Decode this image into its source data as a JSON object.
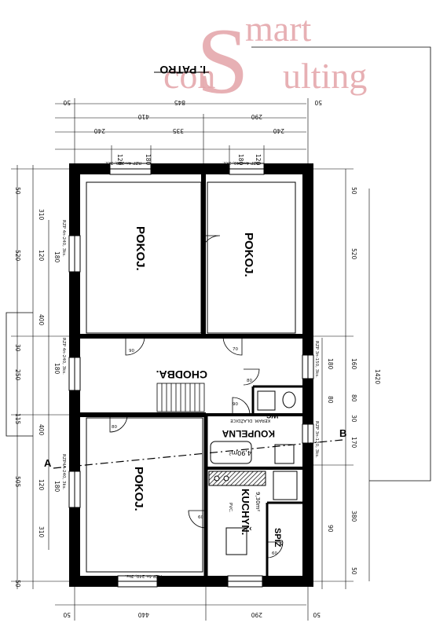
{
  "watermark": {
    "mark": "S",
    "line1": "mart",
    "line2a": "con",
    "line2b": "ulting",
    "color": "#e3a3a8"
  },
  "plan_title": "I. PATRO",
  "rooms": {
    "pokoj_upper_left": "POKOJ.",
    "pokoj_upper_right": "POKOJ.",
    "chodba": "CHODBA.",
    "koupelna": "KOUPELNA",
    "koupelna_sub": "KERAM. DLAŽDICE",
    "pokoj_lower": "POKOJ.",
    "kuchyn": "KUCHYŇ.",
    "kuchyn_sub": "PVC.",
    "spiz": "SPÍŽ",
    "wc": "WC"
  },
  "areas": {
    "koupelna_area": "4,90m²",
    "kuchyn_area": "9,30m²"
  },
  "section_marks": {
    "a": "A",
    "b": "B"
  },
  "dims_top": {
    "total": "845",
    "part1": "410",
    "part2": "290",
    "sub1": "240",
    "sub2": "335",
    "sub3": "240",
    "end_left": "50",
    "end_right": "50",
    "w1": "120",
    "w2": "180",
    "w3": "180",
    "w4": "120"
  },
  "dims_right": {
    "total": "1420",
    "upper": "520",
    "top": "50",
    "d1": "160",
    "d2": "180",
    "d3": "80",
    "d4": "30",
    "d5": "170",
    "d6": "380",
    "d7": "50",
    "d8": "80",
    "d9": "90"
  },
  "dims_left": {
    "top": "50",
    "d1": "310",
    "d2": "520",
    "d3": "180",
    "d4": "120",
    "d5": "400",
    "d6": "30",
    "d7": "250",
    "d8": "180",
    "d9": "115",
    "d10": "400",
    "d11": "505",
    "d12": "120",
    "d13": "180",
    "d14": "310",
    "bottom": "50"
  },
  "dims_bottom": {
    "total": "440",
    "part": "290",
    "b1": "50",
    "b2": "50"
  },
  "window_notes": {
    "top1": "RZP 4n-240, 3ks.",
    "top2": "RZP 4n-240, 3ks.",
    "left_upper": "RZP 4n-240, 3ks.",
    "left_mid": "RZP 4n-240, 3ks.",
    "left_lower": "RZP4A-240, 3ks.",
    "right_upper": "RZP 3n-150, 3ks.",
    "right_lower": "RZP 3n-120, 3ks.",
    "bottom": "RZP 4n-240, 3ks."
  },
  "door_labels": {
    "d1": "90",
    "d2": "70",
    "d3": "60",
    "d4": "80",
    "d5": "90",
    "d6": "80",
    "d7": "60"
  }
}
